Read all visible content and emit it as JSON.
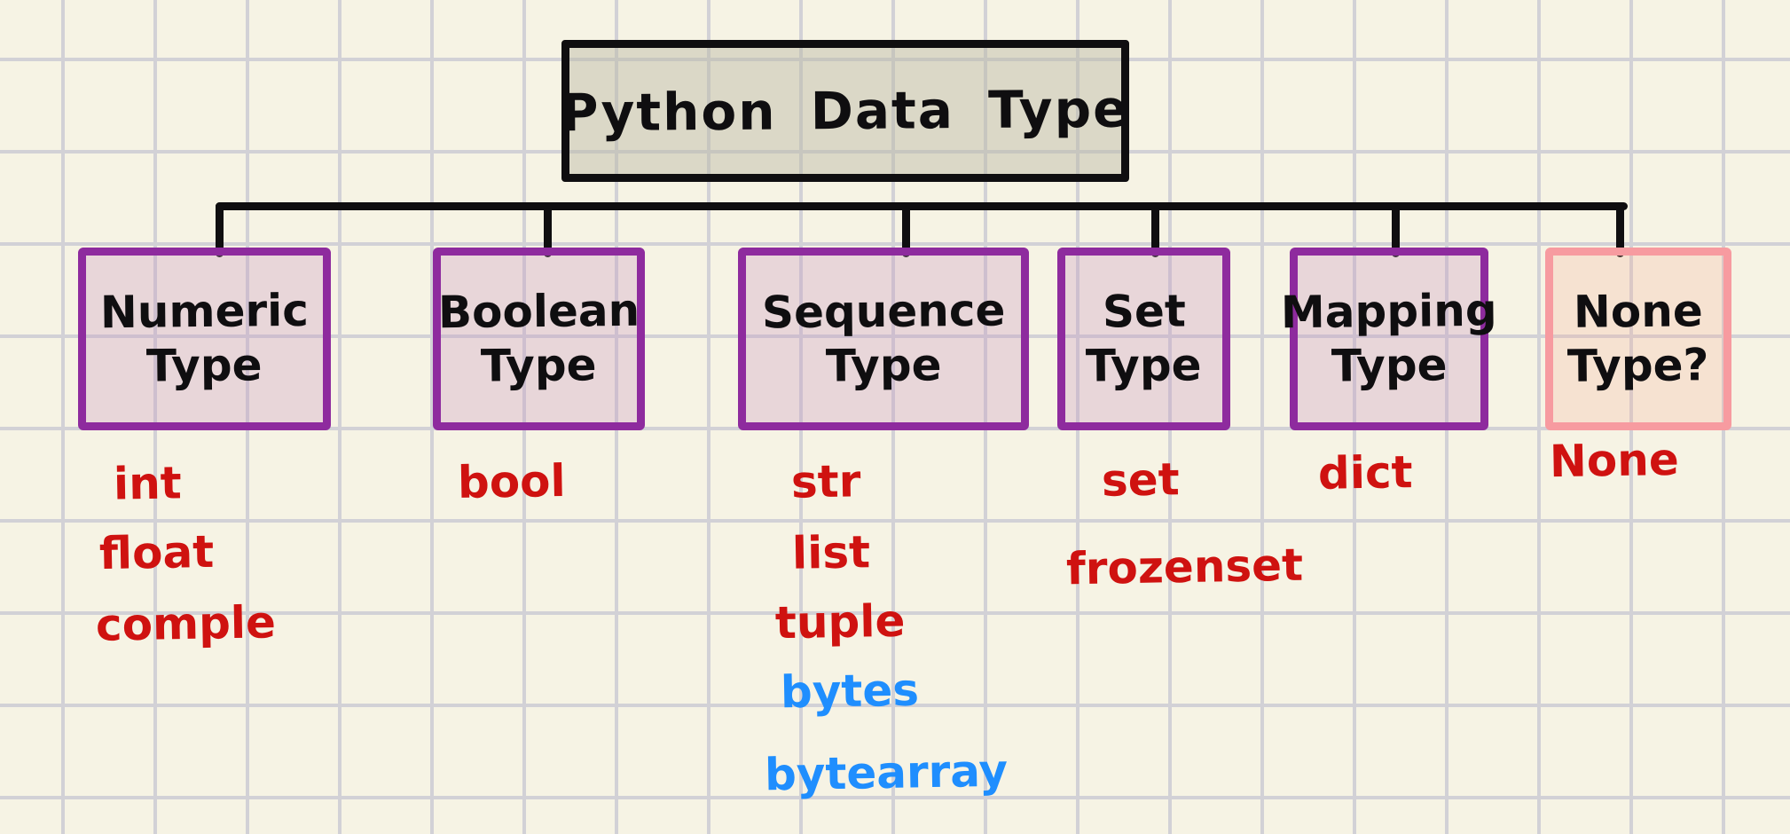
{
  "palette": {
    "background": "#f6f3e4",
    "grid_line": "#d2d1d6",
    "ink": "#0f0e10",
    "title_fill": "rgba(186,184,164,0.45)",
    "purple_border": "#8e2b9e",
    "purple_fill": "rgba(199,149,192,0.30)",
    "pink_border": "#f79ba0",
    "pink_fill": "rgba(248,176,152,0.25)",
    "red": "#cf1210",
    "blue": "#1f8efe"
  },
  "title": {
    "label": "Python Data Type"
  },
  "categories": [
    {
      "name": "Numeric Type",
      "line1": "Numeric",
      "line2": "Type",
      "style": "purple",
      "items": [
        {
          "text": "int",
          "color": "red"
        },
        {
          "text": "float",
          "color": "red"
        },
        {
          "text": "comple",
          "color": "red"
        }
      ]
    },
    {
      "name": "Boolean Type",
      "line1": "Boolean",
      "line2": "Type",
      "style": "purple",
      "items": [
        {
          "text": "bool",
          "color": "red"
        }
      ]
    },
    {
      "name": "Sequence Type",
      "line1": "Sequence",
      "line2": "Type",
      "style": "purple",
      "items": [
        {
          "text": "str",
          "color": "red"
        },
        {
          "text": "list",
          "color": "red"
        },
        {
          "text": "tuple",
          "color": "red"
        },
        {
          "text": "bytes",
          "color": "blue"
        },
        {
          "text": "bytearray",
          "color": "blue"
        }
      ]
    },
    {
      "name": "Set Type",
      "line1": "Set",
      "line2": "Type",
      "style": "purple",
      "items": [
        {
          "text": "set",
          "color": "red"
        },
        {
          "text": "frozenset",
          "color": "red"
        }
      ]
    },
    {
      "name": "Mapping Type",
      "line1": "Mapping",
      "line2": "Type",
      "style": "purple",
      "items": [
        {
          "text": "dict",
          "color": "red"
        }
      ]
    },
    {
      "name": "None Type?",
      "line1": "None",
      "line2": "Type?",
      "style": "pink",
      "items": [
        {
          "text": "None",
          "color": "red"
        }
      ]
    }
  ]
}
